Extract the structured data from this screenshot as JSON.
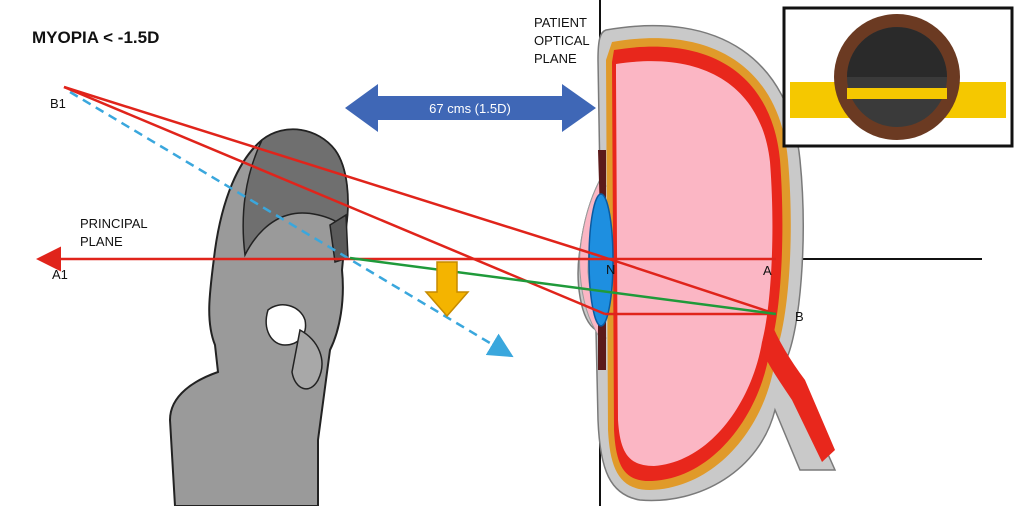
{
  "title": "MYOPIA < -1.5D",
  "labels": {
    "b1": "B1",
    "a1": "A1",
    "principal_plane_line1": "PRINCIPAL",
    "principal_plane_line2": "PLANE",
    "patient_line1": "PATIENT",
    "patient_line2": "OPTICAL",
    "patient_line3": "PLANE",
    "distance": "67 cms (1.5D)",
    "n": "N",
    "a": "A",
    "b": "B"
  },
  "colors": {
    "ray": "#e0241b",
    "green_ray": "#1f9a3a",
    "dashed_ray": "#3aa7dd",
    "arrow_blue": "#3f67b6",
    "down_arrow": "#f4b400",
    "eye_inner": "#fbb6c4",
    "eye_outer": "#c9c9c9",
    "retina": "#e8271c",
    "lens": "#1e8fe0",
    "reflex_ring": "#6b3a22",
    "reflex_band": "#f5c800"
  },
  "icons": {
    "observer": "examiner-head-icon",
    "inset": "retinal-reflex-icon"
  }
}
